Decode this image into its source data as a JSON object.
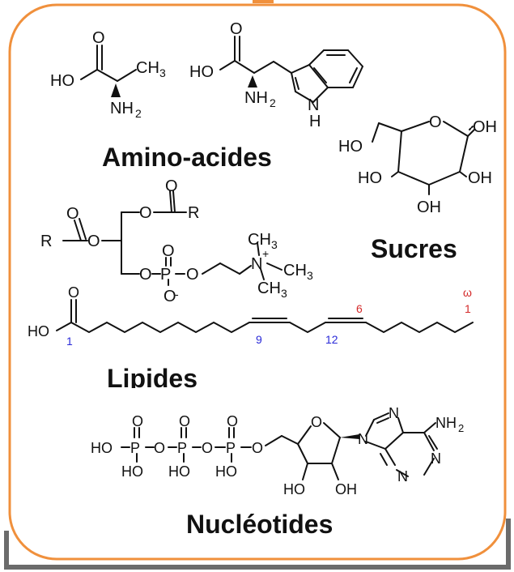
{
  "colors": {
    "frame": "#f0903c",
    "shadow": "#6b6b6b",
    "ink": "#111111",
    "blue_index": "#2a2ad8",
    "red_index": "#d42a2a"
  },
  "labels": {
    "amino": "Amino-acides",
    "sucres": "Sucres",
    "lipides": "Lipides",
    "nucleotides": "Nucléotides"
  },
  "atoms": {
    "HO": "HO",
    "OH": "OH",
    "O": "O",
    "NH2": "NH",
    "sub2": "2",
    "CH3": "CH",
    "sub3": "3",
    "H": "H",
    "N": "N",
    "R": "R",
    "P": "P",
    "Ominus": "O",
    "minus": "-",
    "plus": "+",
    "N_ring": "N"
  },
  "lipid_indices": {
    "c1": "1",
    "c9": "9",
    "c12": "12",
    "w6": "6",
    "omega": "ω",
    "w1": "1"
  }
}
